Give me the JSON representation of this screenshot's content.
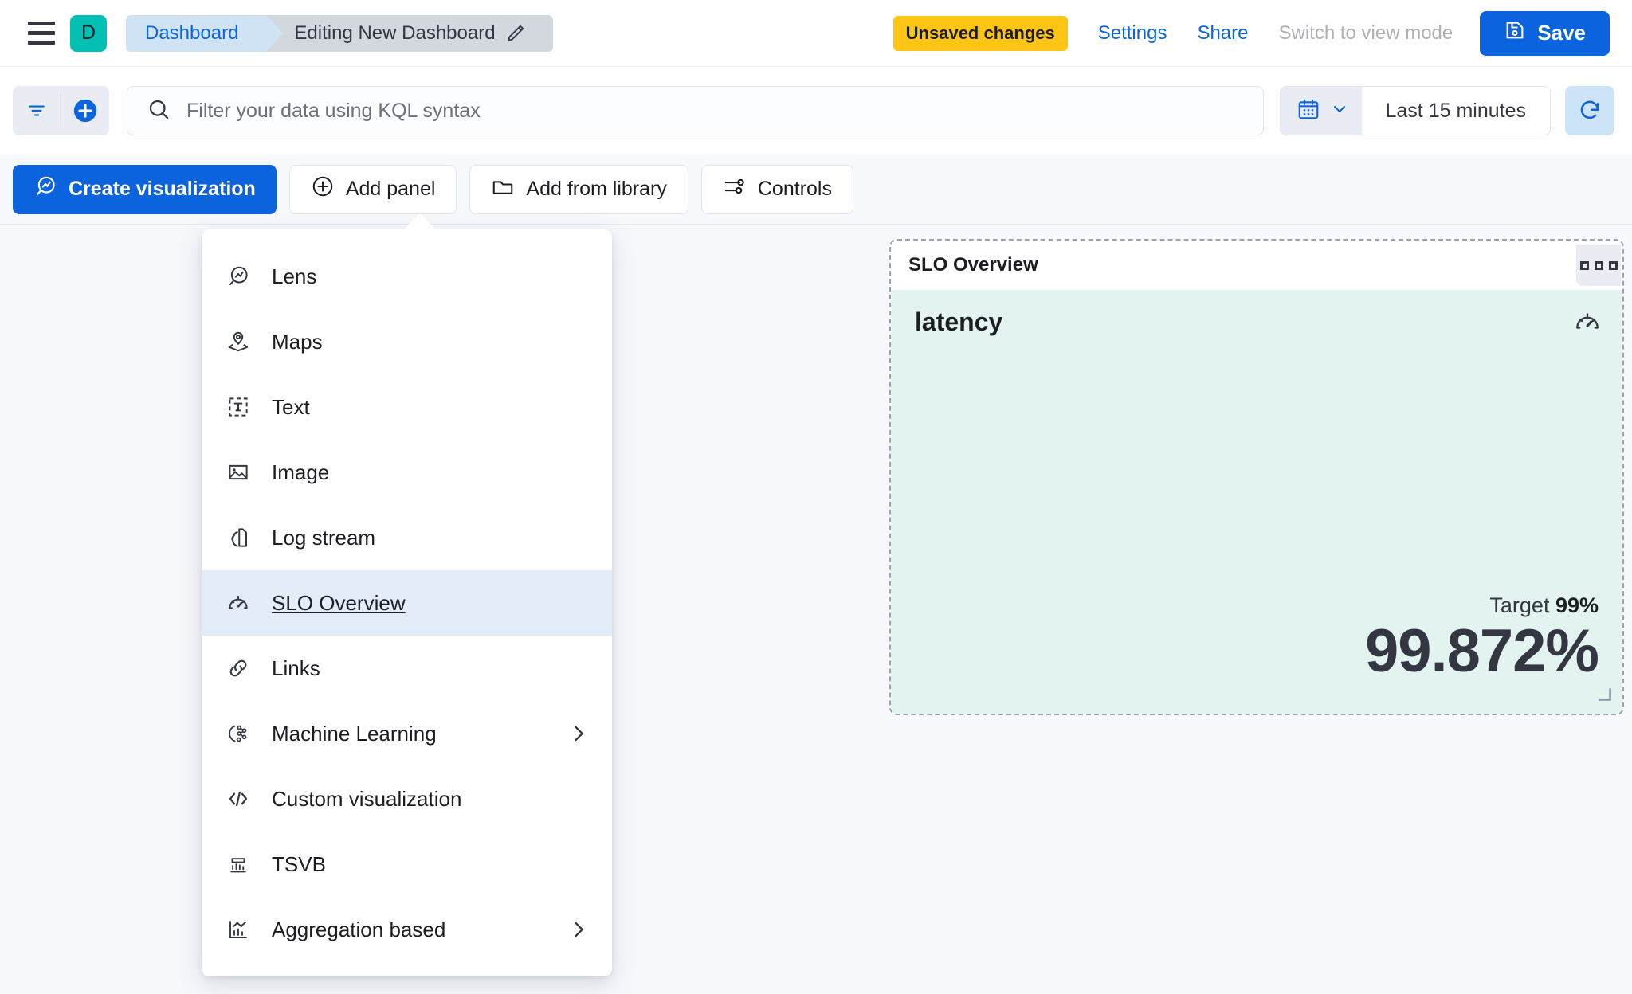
{
  "header": {
    "menu_icon": "hamburger-menu-icon",
    "avatar_letter": "D",
    "breadcrumbs": [
      {
        "label": "Dashboard"
      },
      {
        "label": "Editing New Dashboard"
      }
    ],
    "edit_icon": "pencil-icon",
    "unsaved_badge": "Unsaved changes",
    "settings_label": "Settings",
    "share_label": "Share",
    "view_mode_label": "Switch to view mode",
    "save_label": "Save",
    "save_icon": "save-disk-icon",
    "accent_color": "#0B64DD",
    "badge_color": "#FEC514",
    "avatar_color": "#00BFB3"
  },
  "query_bar": {
    "filter_icon": "filter-lines-icon",
    "add_filter_icon": "plus-circle-icon",
    "search_icon": "search-icon",
    "search_value": "",
    "search_placeholder": "Filter your data using KQL syntax",
    "calendar_icon": "calendar-icon",
    "chevron_icon": "chevron-down-icon",
    "time_range": "Last 15 minutes",
    "refresh_icon": "refresh-icon"
  },
  "edit_toolbar": {
    "buttons": [
      {
        "label": "Create visualization",
        "icon": "lens-icon",
        "style": "primary"
      },
      {
        "label": "Add panel",
        "icon": "plus-circle-icon",
        "style": "secondary"
      },
      {
        "label": "Add from library",
        "icon": "folder-icon",
        "style": "secondary"
      },
      {
        "label": "Controls",
        "icon": "controls-sliders-icon",
        "style": "secondary"
      }
    ]
  },
  "add_panel_menu": {
    "items": [
      {
        "label": "Lens",
        "icon": "lens-icon",
        "selected": false,
        "has_submenu": false
      },
      {
        "label": "Maps",
        "icon": "map-marker-icon",
        "selected": false,
        "has_submenu": false
      },
      {
        "label": "Text",
        "icon": "text-box-icon",
        "selected": false,
        "has_submenu": false
      },
      {
        "label": "Image",
        "icon": "image-icon",
        "selected": false,
        "has_submenu": false
      },
      {
        "label": "Log stream",
        "icon": "log-stream-icon",
        "selected": false,
        "has_submenu": false
      },
      {
        "label": "SLO Overview",
        "icon": "gauge-icon",
        "selected": true,
        "has_submenu": false
      },
      {
        "label": "Links",
        "icon": "link-icon",
        "selected": false,
        "has_submenu": false
      },
      {
        "label": "Machine Learning",
        "icon": "ml-nodes-icon",
        "selected": false,
        "has_submenu": true
      },
      {
        "label": "Custom visualization",
        "icon": "code-brackets-icon",
        "selected": false,
        "has_submenu": false
      },
      {
        "label": "TSVB",
        "icon": "tsvb-bars-icon",
        "selected": false,
        "has_submenu": false
      },
      {
        "label": "Aggregation based",
        "icon": "agg-chart-icon",
        "selected": false,
        "has_submenu": true
      }
    ]
  },
  "slo_panel": {
    "title": "SLO Overview",
    "context_menu_icon": "panel-context-menu-icon",
    "metric_name": "latency",
    "gauge_icon": "gauge-icon",
    "target_prefix": "Target ",
    "target_value": "99%",
    "current_value": "99.872%",
    "background_color": "#E2F3F0",
    "resize_icon": "resize-handle-icon"
  }
}
